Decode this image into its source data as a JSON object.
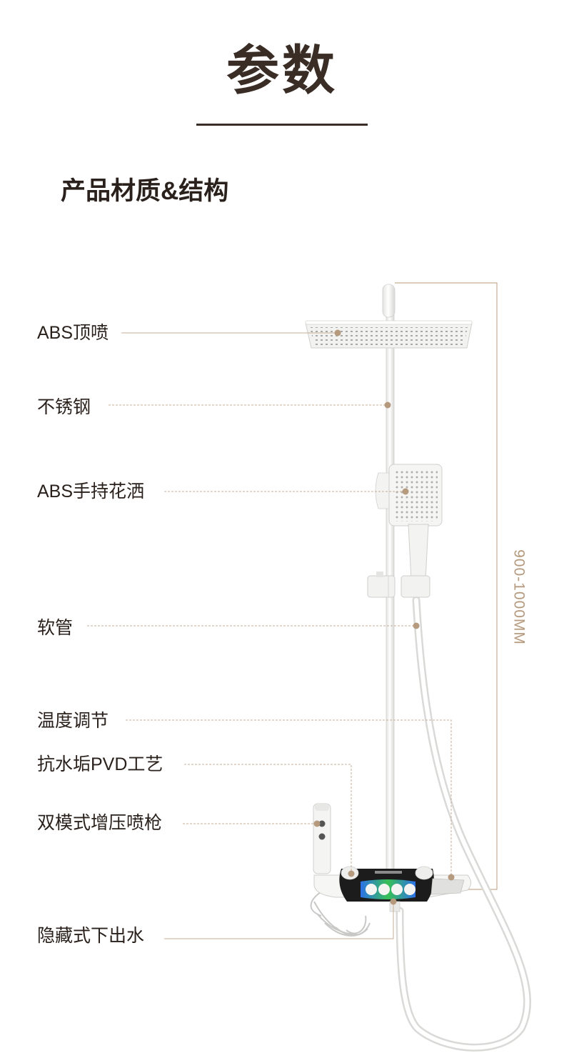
{
  "header": {
    "title": "参数"
  },
  "section": {
    "title": "产品材质&结构"
  },
  "callouts": [
    {
      "id": "top-spray",
      "label": "ABS顶喷"
    },
    {
      "id": "stainless",
      "label": "不锈钢"
    },
    {
      "id": "hand-shower",
      "label": "ABS手持花洒"
    },
    {
      "id": "hose",
      "label": "软管"
    },
    {
      "id": "temperature",
      "label": "温度调节"
    },
    {
      "id": "pvd",
      "label": "抗水垢PVD工艺"
    },
    {
      "id": "spray-gun",
      "label": "双模式增压喷枪"
    },
    {
      "id": "bottom-outlet",
      "label": "隐藏式下出水"
    }
  ],
  "dimension": {
    "text": "900-1000MM"
  },
  "colors": {
    "text_dark": "#2a211c",
    "title_dark": "#3a2d25",
    "accent_tan": "#b69a7e",
    "leader_line": "#c7ae95",
    "product_white": "#f4f4f2",
    "panel_black": "#1a1a1a",
    "led_green": "#3ad25c"
  }
}
